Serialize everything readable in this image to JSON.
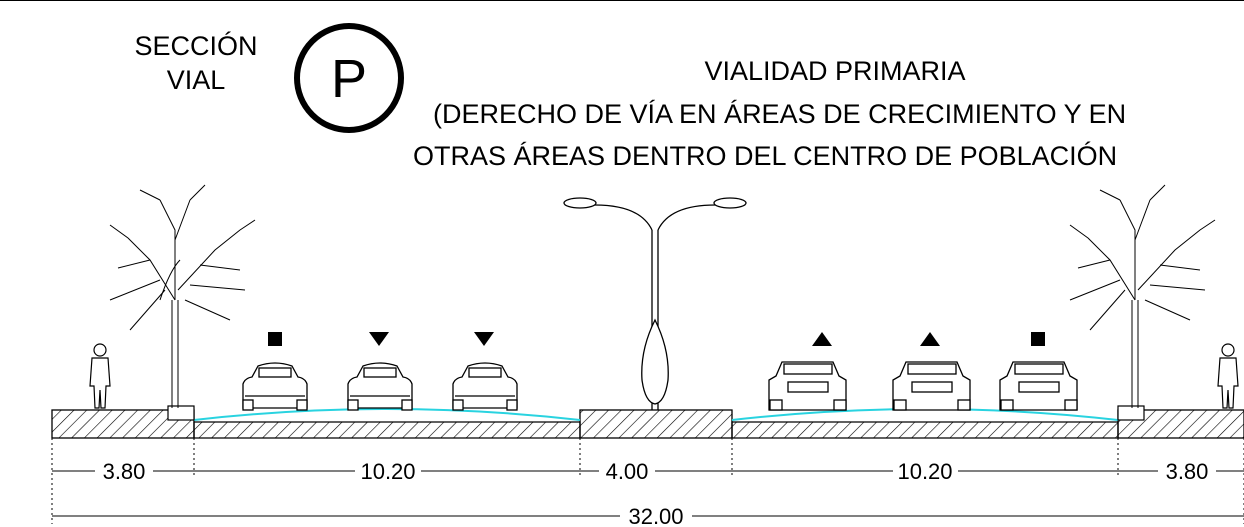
{
  "section": {
    "label_line1": "SECCIÓN",
    "label_line2": "VIAL",
    "badge": "P"
  },
  "title": {
    "line1": "VIALIDAD PRIMARIA",
    "line2": "(DERECHO DE VÍA EN ÁREAS DE CRECIMIENTO Y EN",
    "line3": "OTRAS ÁREAS DENTRO DEL CENTRO DE POBLACIÓN"
  },
  "dimensions": {
    "left_sidewalk": "3.80",
    "left_roadway": "10.20",
    "median": "4.00",
    "right_roadway": "10.20",
    "right_sidewalk": "3.80",
    "total": "32.00"
  },
  "lane_markers": {
    "left": [
      "square",
      "triangle-down",
      "triangle-down"
    ],
    "right": [
      "triangle-up",
      "triangle-up",
      "square"
    ]
  },
  "colors": {
    "line": "#000000",
    "pavement_edge": "#29d3e0",
    "background": "#ffffff"
  }
}
